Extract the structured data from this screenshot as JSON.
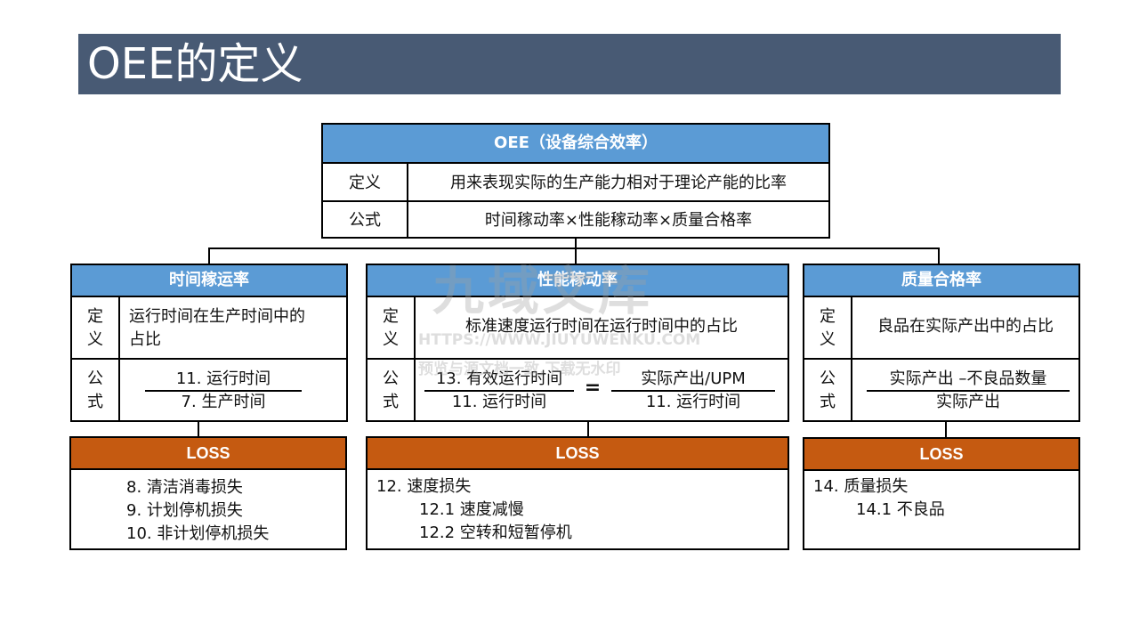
{
  "title": "OEE的定义",
  "oee": {
    "header": "OEE（设备综合效率）",
    "def_label": "定义",
    "def_text": "用来表现实际的生产能力相对于理论产能的比率",
    "formula_label": "公式",
    "formula_text": "时间稼动率×性能稼动率×质量合格率"
  },
  "time_rate": {
    "header": "时间稼运率",
    "def_label_1": "定",
    "def_label_2": "义",
    "def_text_1": "运行时间在生产时间中的",
    "def_text_2": "占比",
    "formula_label_1": "公",
    "formula_label_2": "式",
    "numerator": "11. 运行时间",
    "denominator": "7. 生产时间"
  },
  "perf_rate": {
    "header": "性能稼动率",
    "def_label_1": "定",
    "def_label_2": "义",
    "def_text": "标准速度运行时间在运行时间中的占比",
    "formula_label_1": "公",
    "formula_label_2": "式",
    "numerator_1": "13. 有效运行时间",
    "denominator_1": "11. 运行时间",
    "equals": "=",
    "numerator_2": "实际产出/UPM",
    "denominator_2": "11. 运行时间"
  },
  "quality_rate": {
    "header": "质量合格率",
    "def_label_1": "定",
    "def_label_2": "义",
    "def_text": "良品在实际产出中的占比",
    "formula_label_1": "公",
    "formula_label_2": "式",
    "numerator": "实际产出 –不良品数量",
    "denominator": "实际产出"
  },
  "loss_time": {
    "header": "LOSS",
    "items": [
      "8. 清洁消毒损失",
      "9. 计划停机损失",
      "10. 非计划停机损失"
    ]
  },
  "loss_perf": {
    "header": "LOSS",
    "items": [
      "12. 速度损失",
      "12.1 速度减慢",
      "12.2 空转和短暂停机"
    ]
  },
  "loss_quality": {
    "header": "LOSS",
    "items": [
      "14. 质量损失",
      "14.1 不良品"
    ]
  },
  "watermark": {
    "main": "九域文库",
    "url": "HTTPS://WWW.JIUYUWENKU.COM",
    "note": "预览与源文档一致,下载无水印"
  },
  "colors": {
    "title_bar": "#485a74",
    "blue_header": "#5b9bd5",
    "loss_header": "#c55a11"
  }
}
